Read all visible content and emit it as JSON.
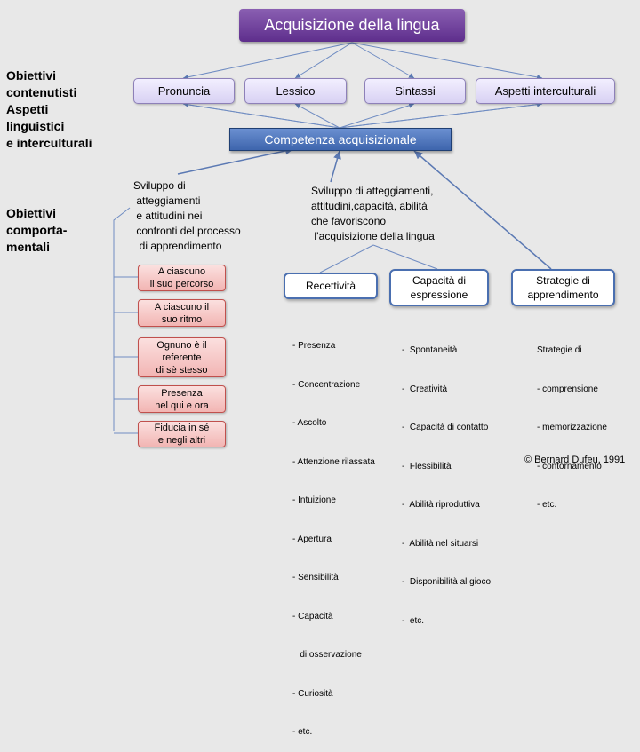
{
  "title": "Acquisizione della lingua",
  "top_pills": [
    "Pronuncia",
    "Lessico",
    "Sintassi",
    "Aspetti interculturali"
  ],
  "competenza": "Competenza acquisizionale",
  "left_labels": {
    "content": "Obiettivi\ncontenutisti\nAspetti\nlinguistici\ne interculturali",
    "behav": "Obiettivi\ncomporta-\nmentali"
  },
  "sviluppo_left": "Sviluppo di\n atteggiamenti\n e attitudini nei\n confronti del processo\n  di apprendimento",
  "sviluppo_center": "Sviluppo di atteggiamenti,\nattitudini,capacità, abilità\nche favoriscono\n l’acquisizione della lingua",
  "pink_boxes": [
    "A ciascuno\nil suo percorso",
    "A ciascuno il\nsuo ritmo",
    "Ognuno è il\nreferente\ndi sè stesso",
    "Presenza\nnel qui e ora",
    "Fiducia in sé\ne negli altri"
  ],
  "categories": {
    "ricettivita": {
      "label": "Recettività",
      "items": [
        "- Presenza",
        "- Concentrazione",
        "- Ascolto",
        "- Attenzione rilassata",
        "- Intuizione",
        "- Apertura",
        "- Sensibilità",
        "- Capacità",
        "   di osservazione",
        "- Curiosità",
        "- etc."
      ]
    },
    "espressione": {
      "label": "Capacità di\nespressione",
      "items": [
        "-  Spontaneità",
        "-  Creatività",
        "-  Capacità di contatto",
        "-  Flessibilità",
        "-  Abilità riproduttiva",
        "-  Abilità nel situarsi",
        "-  Disponibilità al gioco",
        "-  etc."
      ]
    },
    "strategie": {
      "label": "Strategie di\napprendimento",
      "items": [
        "Strategie di",
        "- comprensione",
        "- memorizzazione",
        "- contornamento",
        "- etc."
      ]
    }
  },
  "credit": "© Bernard Dufeu, 1991"
}
